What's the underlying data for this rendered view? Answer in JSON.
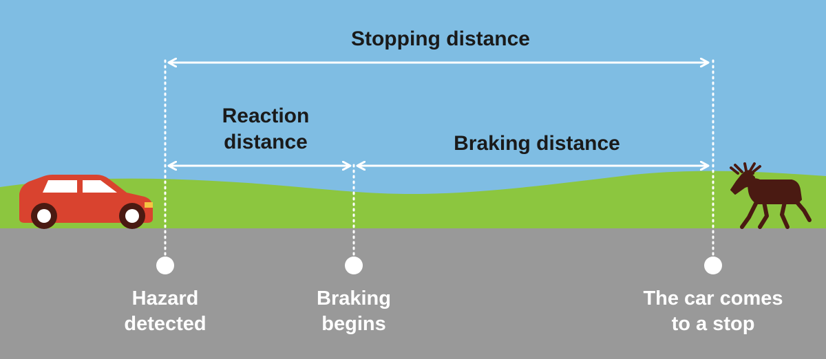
{
  "colors": {
    "sky": "#7fbde3",
    "grass": "#8cc63f",
    "road": "#999999",
    "car": "#d9432f",
    "moose": "#4a1a12",
    "marker": "#ffffff"
  },
  "labels": {
    "stopping_distance": "Stopping distance",
    "reaction_distance_line1": "Reaction",
    "reaction_distance_line2": "distance",
    "braking_distance": "Braking distance",
    "hazard_line1": "Hazard",
    "hazard_line2": "detected",
    "braking_begins_line1": "Braking",
    "braking_begins_line2": "begins",
    "stop_line1": "The car comes",
    "stop_line2": "to a stop"
  },
  "icons": [
    "car-icon",
    "moose-icon"
  ]
}
